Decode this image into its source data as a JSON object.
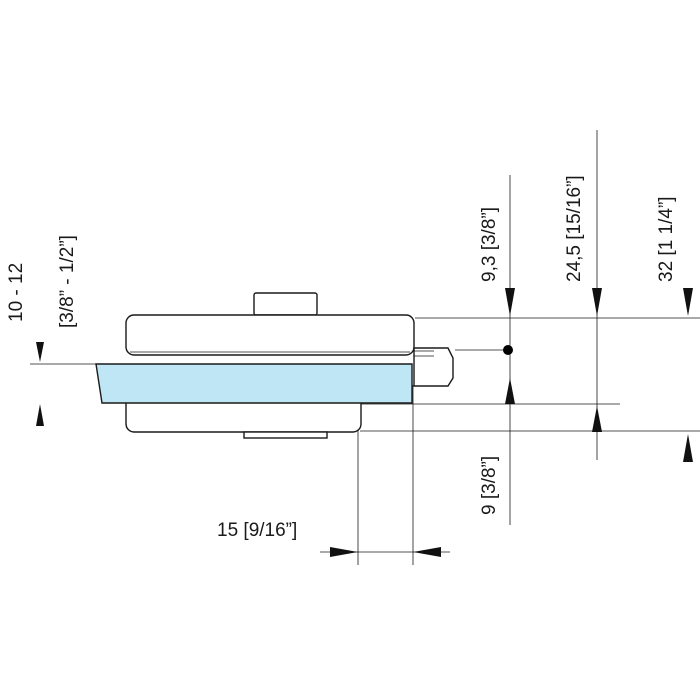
{
  "colors": {
    "line": "#1a1a1a",
    "glass": "#bfe6f5",
    "background": "#ffffff"
  },
  "dimensions": {
    "glass_thickness_mm": "10 - 12",
    "glass_thickness_in": "[3/8” - 1/2”]",
    "width_15": "15 [9/16”]",
    "height_9_3": "9,3 [3/8”]",
    "height_9": "9 [3/8”]",
    "height_24_5": "24,5 [15/16”]",
    "height_32": "32 [1  1/4”]"
  }
}
